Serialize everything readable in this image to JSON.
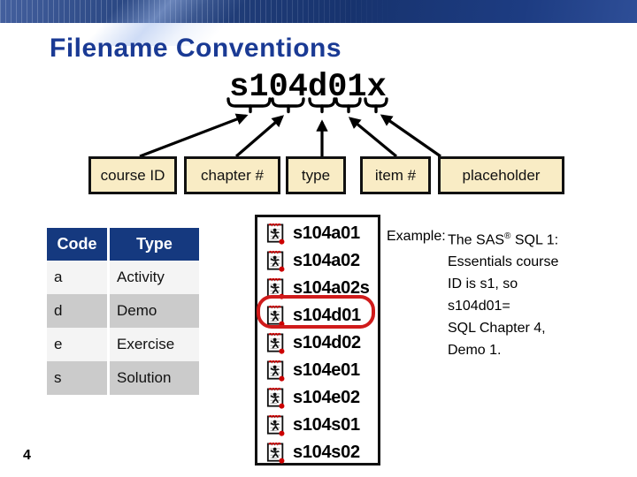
{
  "title": "Filename Conventions",
  "page_number": "4",
  "filename": {
    "text": "s104d01x",
    "segment_labels": [
      "course ID",
      "chapter #",
      "type",
      "item #",
      "placeholder"
    ]
  },
  "code_table": {
    "headers": [
      "Code",
      "Type"
    ],
    "rows": [
      {
        "code": "a",
        "type": "Activity"
      },
      {
        "code": "d",
        "type": "Demo"
      },
      {
        "code": "e",
        "type": "Exercise"
      },
      {
        "code": "s",
        "type": "Solution"
      }
    ]
  },
  "file_list": {
    "icon": "sas-program-icon",
    "items": [
      "s104a01",
      "s104a02",
      "s104a02s",
      "s104d01",
      "s104d02",
      "s104e01",
      "s104e02",
      "s104s01",
      "s104s02"
    ],
    "highlighted_item": "s104d01"
  },
  "example": {
    "label": "Example:",
    "line1_pre": "The SAS",
    "line1_sup": "®",
    "line1_post": " SQL 1:",
    "lines_rest": [
      "Essentials course",
      "ID is s1, so",
      "s104d01=",
      "SQL Chapter 4,",
      "Demo 1."
    ]
  },
  "colors": {
    "title_blue": "#1a3a94",
    "banner_blue": "#17336e",
    "label_box_fill": "#f9ecc5",
    "table_header_blue": "#15397f",
    "row_light": "#f4f4f4",
    "row_dark": "#cbcbcb",
    "highlight_red": "#d01b1b",
    "icon_red": "#cc0000"
  }
}
